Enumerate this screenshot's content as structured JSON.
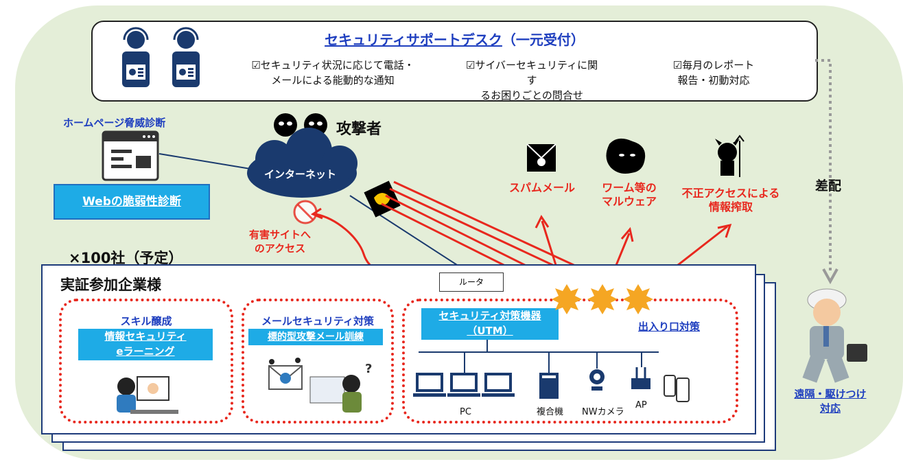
{
  "desk": {
    "title": "セキュリティサポートデスク",
    "title_suffix": "（一元受付）",
    "items": [
      {
        "line1": "☑セキュリティ状況に応じて電話・",
        "line2": "メールによる能動的な通知"
      },
      {
        "line1": "☑サイバーセキュリティに関す",
        "line2": "るお困りごとの問合せ"
      },
      {
        "line1": "☑毎月のレポート",
        "line2": "報告・初動対応"
      }
    ]
  },
  "homepage": {
    "title": "ホームページ脅威診断",
    "button": "Webの脆弱性診断"
  },
  "attacker": "攻撃者",
  "internet": "インターネット",
  "harmful_site": {
    "line1": "有害サイトへ",
    "line2": "のアクセス"
  },
  "threats": [
    {
      "line1": "スパムメール",
      "line2": ""
    },
    {
      "line1": "ワーム等の",
      "line2": "マルウェア"
    },
    {
      "line1": "不正アクセスによる",
      "line2": "情報搾取"
    }
  ],
  "dispatch": "差配",
  "remote": {
    "line1": "遠隔・駆けつけ",
    "line2": "対応"
  },
  "count": "×100社（予定）",
  "company": {
    "title": "実証参加企業様",
    "router": "ルータ",
    "skill": {
      "title": "スキル醸成",
      "btn1": "情報セキュリティ",
      "btn2": "eラーニング"
    },
    "mail": {
      "title": "メールセキュリティ対策",
      "btn": "標的型攻撃メール訓練"
    },
    "utm": {
      "line1": "セキュリティ対策機器",
      "line2": "（UTM）"
    },
    "gateway": "出入り口対策",
    "devices": {
      "pc": "PC",
      "mfp": "複合機",
      "camera": "NWカメラ",
      "ap": "AP"
    }
  },
  "colors": {
    "accent_blue": "#1eabe6",
    "title_blue": "#1f3fbf",
    "alert_red": "#e8281e",
    "background_green": "#e4eed8"
  }
}
